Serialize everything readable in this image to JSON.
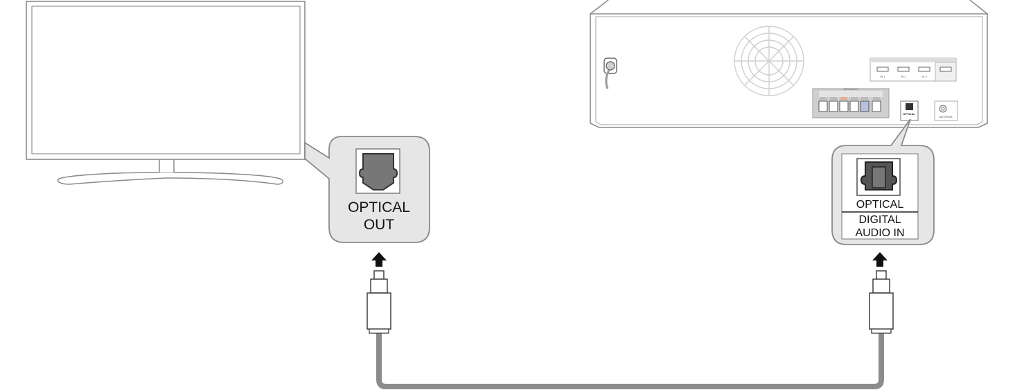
{
  "tv_callout": {
    "line1": "OPTICAL",
    "line2": "OUT"
  },
  "receiver_callout": {
    "port_label": "OPTICAL",
    "input_line1": "DIGITAL",
    "input_line2": "AUDIO IN"
  },
  "receiver_panel": {
    "port_tag": "OPTICAL",
    "antenna_label": "ANTENNA",
    "hdmi_labels": [
      "IN 1",
      "IN 2",
      "IN 3"
    ],
    "speakers_label": "SPEAKERS"
  },
  "colors": {
    "outline": "#8a8a8a",
    "callout_fill": "#e6e6e6",
    "cable": "#8c8c8c",
    "port": "#777777",
    "arrow": "#111111"
  },
  "icons": [
    "tv-icon",
    "receiver-icon",
    "optical-port-icon",
    "optical-plug-icon",
    "arrow-up-icon"
  ]
}
